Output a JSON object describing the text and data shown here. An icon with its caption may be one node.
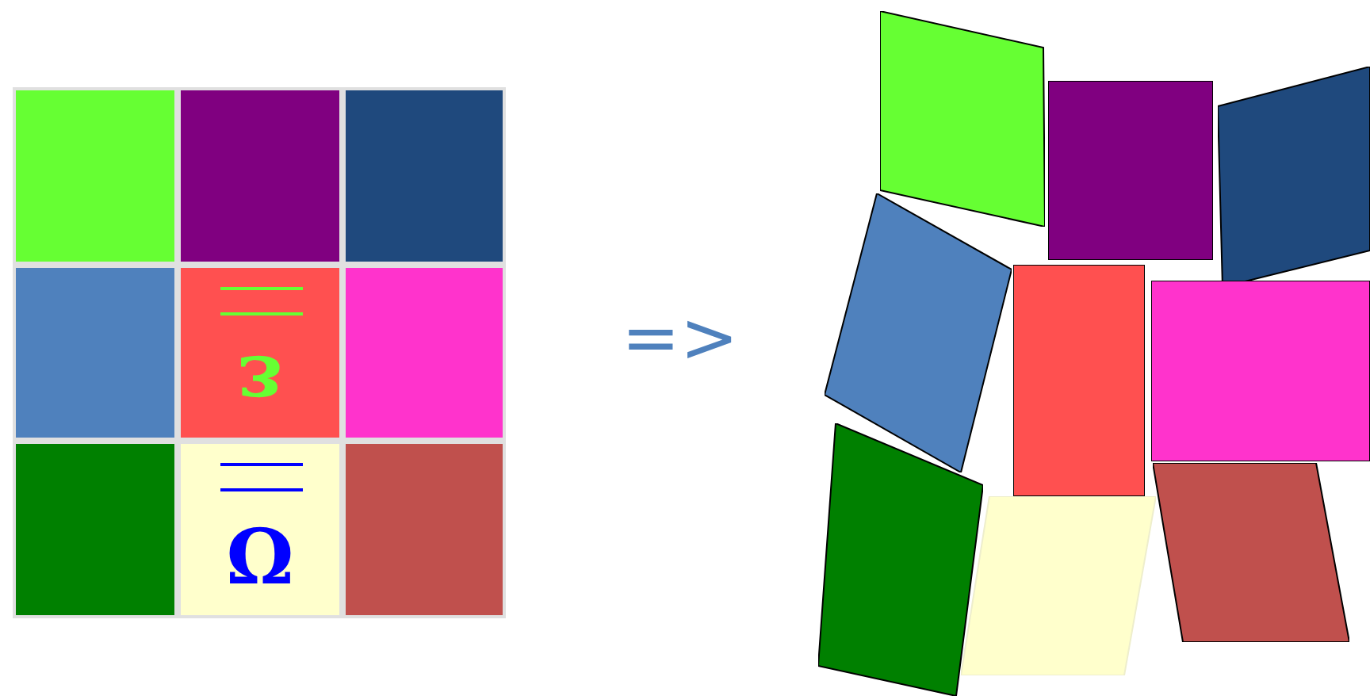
{
  "diagram": {
    "nodes": [
      {
        "text": [],
        "shape": "box"
      },
      {
        "text": [],
        "shape": "box"
      },
      {
        "text": [],
        "shape": "box"
      },
      {
        "text": [],
        "shape": "box"
      },
      {
        "text": [
          "ε"
        ]
      },
      {
        "text": [],
        "shape": "box"
      },
      {
        "text": [],
        "shape": "box"
      },
      {
        "text": [
          "Ω"
        ]
      },
      {
        "text": [],
        "shape": "box"
      },
      {
        "text": [],
        "shape": "box"
      },
      {
        "text": [],
        "shape": "box"
      },
      {
        "text": [],
        "shape": "box"
      },
      {
        "text": [],
        "shape": "box"
      },
      {
        "text": [],
        "shape": "box"
      },
      {
        "text": [],
        "shape": "box"
      },
      {
        "text": [],
        "shape": "box"
      },
      {
        "text": [],
        "shape": "box"
      },
      {
        "text": [],
        "shape": "box"
      }
    ],
    "labels": [
      "=>"
    ]
  }
}
